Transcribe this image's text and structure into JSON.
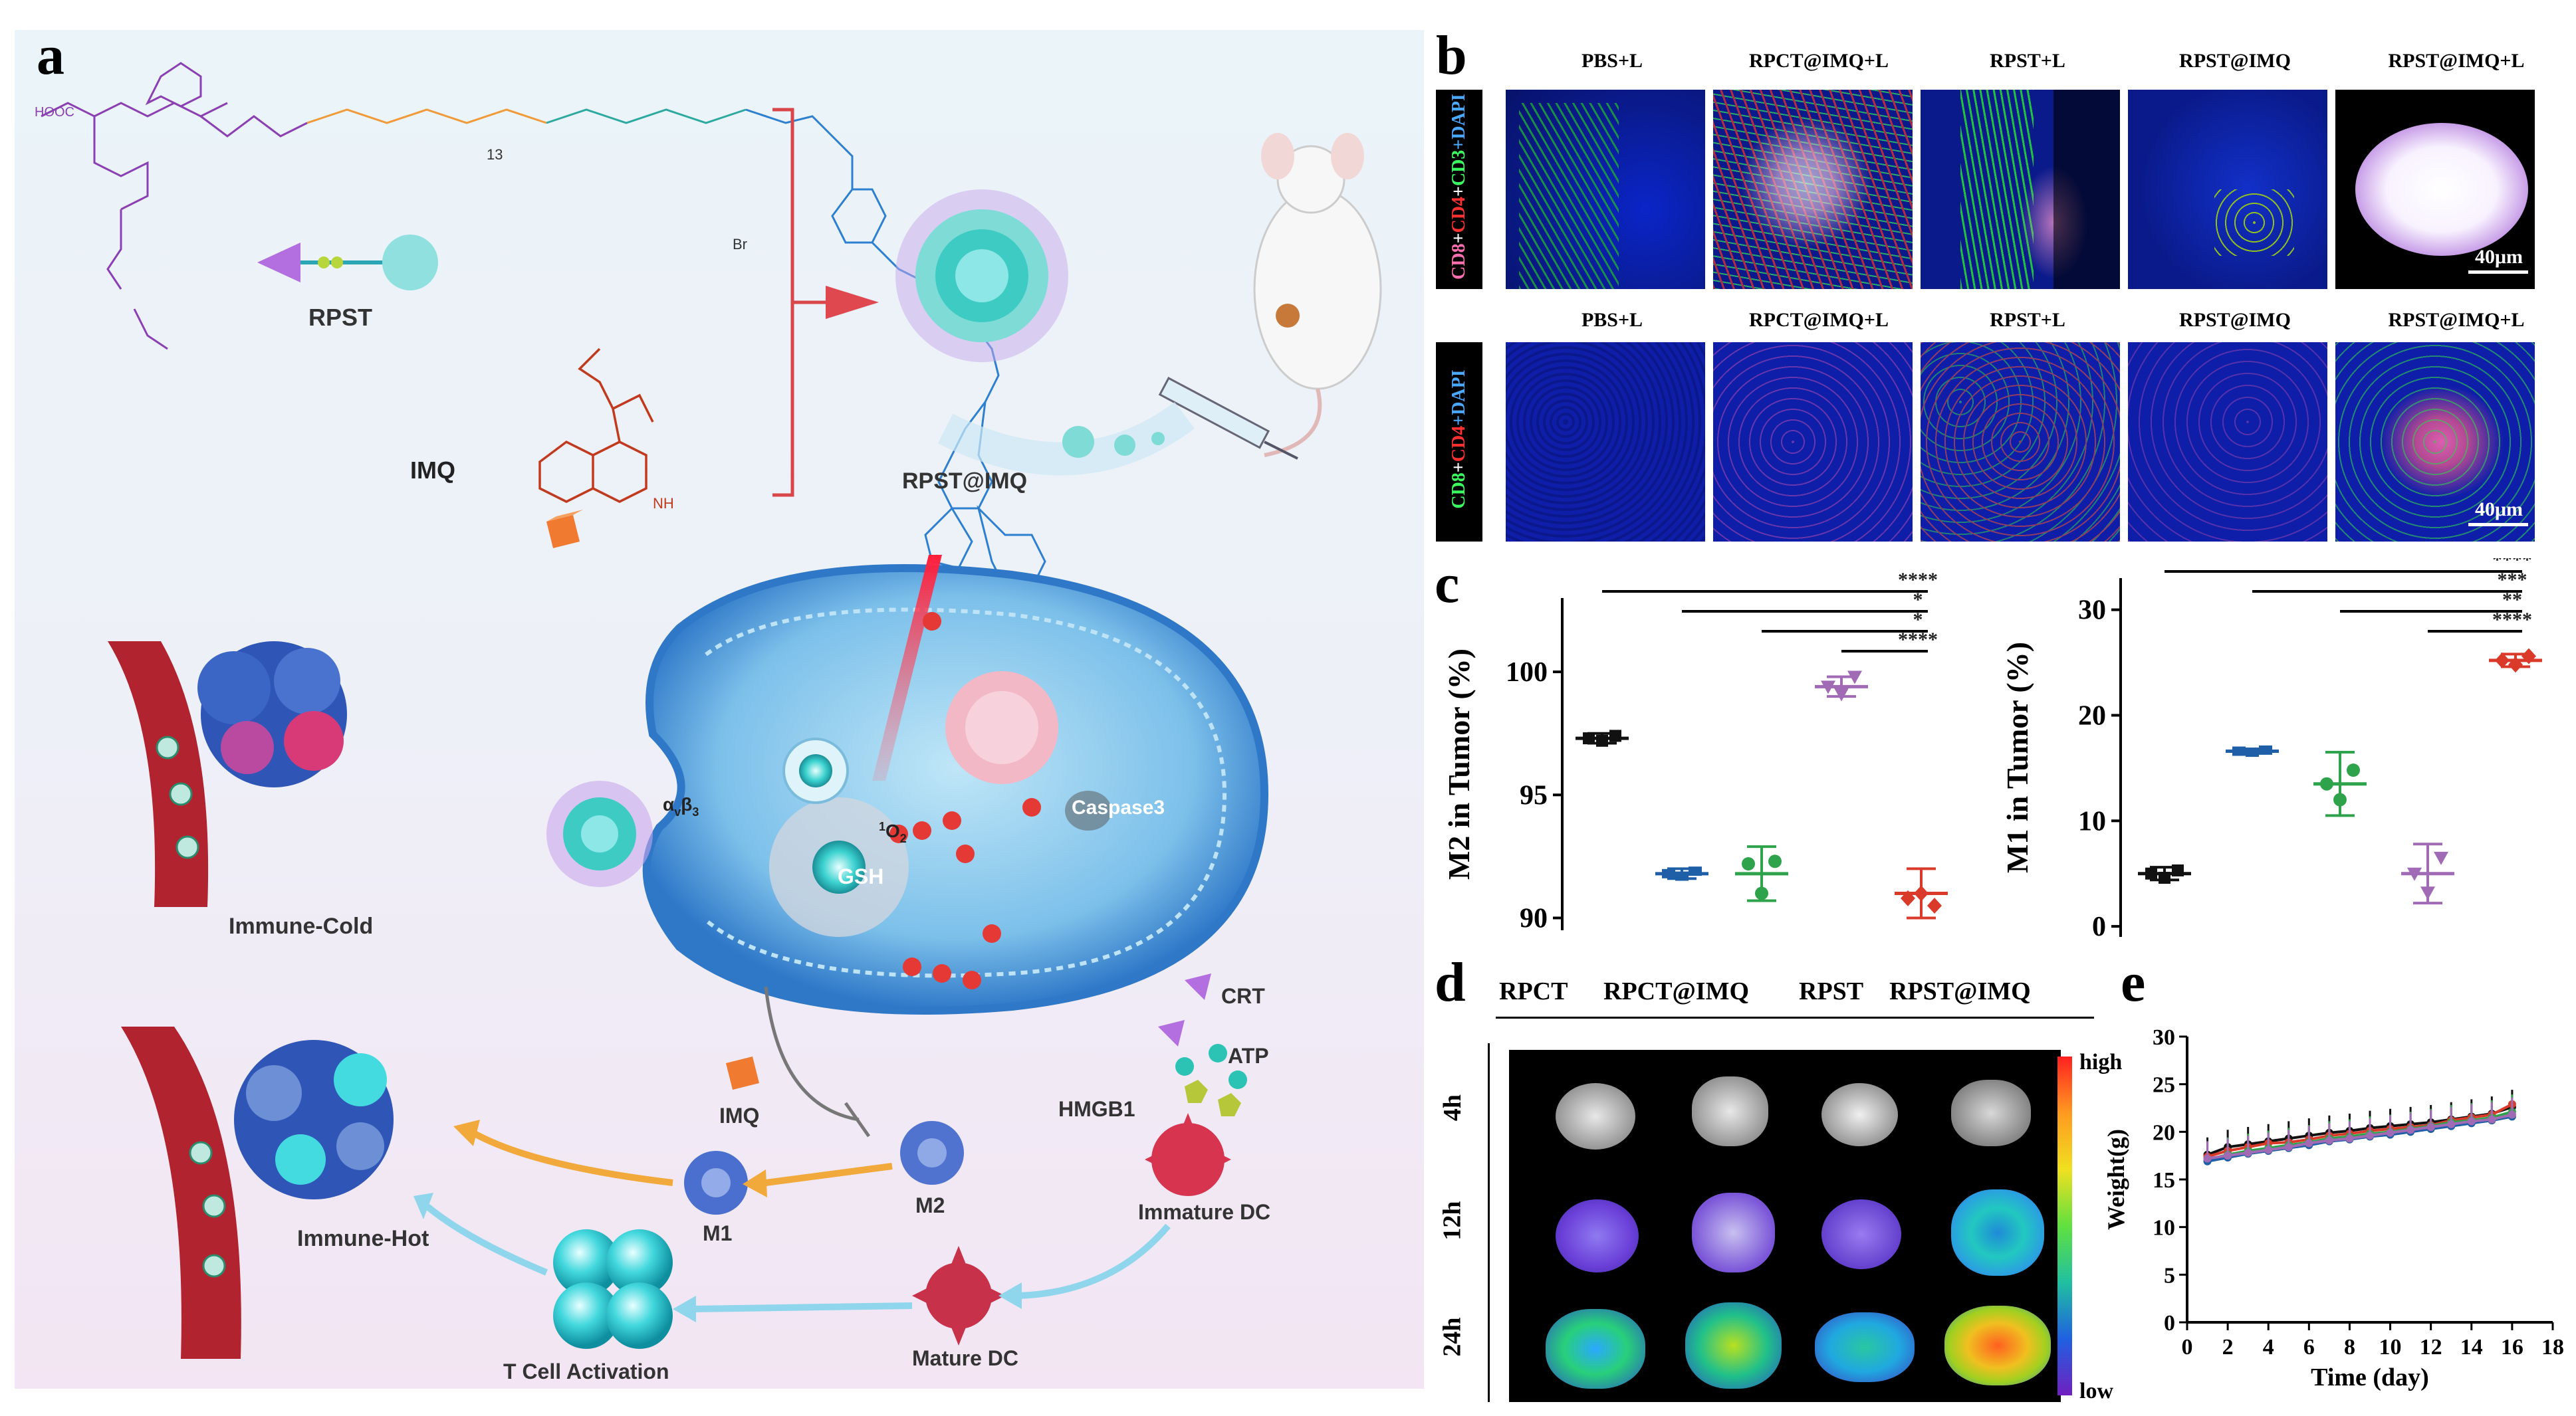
{
  "panels": {
    "a": "a",
    "b": "b",
    "c": "c",
    "d": "d",
    "e": "e"
  },
  "schematic": {
    "rpst": "RPST",
    "imq": "IMQ",
    "imq_nh2": "NH",
    "rpst_imq": "RPST@IMQ",
    "cooh": "HOOC",
    "br": "Br",
    "n13": "13",
    "immune_cold": "Immune-Cold",
    "immune_hot": "Immune-Hot",
    "integrin": "α",
    "integrin_sub": "v",
    "integrin_b": "β",
    "integrin_b_sub": "3",
    "singlet_o2": "O",
    "singlet_sup": "1",
    "singlet_sub": "2",
    "gsh": "GSH",
    "caspase": "Caspase3",
    "crt": "CRT",
    "atp": "ATP",
    "hmgb1": "HMGB1",
    "imq2": "IMQ",
    "m1": "M1",
    "m2": "M2",
    "immature_dc": "Immature DC",
    "mature_dc": "Mature DC",
    "t_cell": "T Cell Activation",
    "colors": {
      "bg_top": "#eaf4f9",
      "bg_bottom": "#f2e6f3",
      "arrow_orange": "#f2a93b",
      "arrow_blue": "#8fd6ec",
      "bracket": "#d9464a"
    }
  },
  "panel_b": {
    "columns": [
      "PBS+L",
      "RPCT@IMQ+L",
      "RPST+L",
      "RPST@IMQ",
      "RPST@IMQ+L"
    ],
    "row1_label": [
      "CD8",
      "+",
      "CD4",
      "+",
      "CD3",
      "+DAPI"
    ],
    "row2_label": [
      "CD8",
      "+",
      "CD4",
      "+DAPI"
    ],
    "scale_bar": "40μm"
  },
  "chart_data": [
    {
      "type": "scatter",
      "ylabel": "M2 in Tumor (%)",
      "ylim": [
        89.5,
        103
      ],
      "yticks": [
        90,
        95,
        100
      ],
      "groups": [
        {
          "color": "#111111",
          "mean": 97.3,
          "sd": 0.2,
          "points": [
            97.3,
            97.2,
            97.4
          ]
        },
        {
          "color": "#1f5fa8",
          "mean": 91.8,
          "sd": 0.2,
          "points": [
            91.8,
            91.7,
            91.9
          ]
        },
        {
          "color": "#2fa34b",
          "mean": 91.8,
          "sd": 1.1,
          "points": [
            92.2,
            91.0,
            92.3
          ]
        },
        {
          "color": "#a06ab5",
          "mean": 99.4,
          "sd": 0.4,
          "points": [
            99.4,
            99.1,
            99.8
          ]
        },
        {
          "color": "#d93a2a",
          "mean": 91.0,
          "sd": 1.0,
          "points": [
            90.8,
            91.0,
            90.5
          ]
        }
      ],
      "significance": [
        "****",
        "*",
        "*",
        "****"
      ]
    },
    {
      "type": "scatter",
      "ylabel": "M1 in Tumor (%)",
      "ylim": [
        -1,
        33
      ],
      "yticks": [
        0,
        10,
        20,
        30
      ],
      "groups": [
        {
          "color": "#111111",
          "mean": 5.0,
          "sd": 0.6,
          "points": [
            5.0,
            4.6,
            5.3
          ]
        },
        {
          "color": "#1f5fa8",
          "mean": 16.6,
          "sd": 0.2,
          "points": [
            16.6,
            16.5,
            16.7
          ]
        },
        {
          "color": "#2fa34b",
          "mean": 13.5,
          "sd": 3.0,
          "points": [
            13.5,
            12.0,
            14.8
          ]
        },
        {
          "color": "#a06ab5",
          "mean": 5.0,
          "sd": 2.8,
          "points": [
            5.0,
            3.2,
            6.5
          ]
        },
        {
          "color": "#d93a2a",
          "mean": 25.2,
          "sd": 0.6,
          "points": [
            25.2,
            24.8,
            25.6
          ]
        }
      ],
      "significance": [
        "****",
        "***",
        "**",
        "****"
      ]
    },
    {
      "type": "line",
      "xlabel": "Time (day)",
      "ylabel": "Weight(g)",
      "xlim": [
        0,
        18
      ],
      "ylim": [
        0,
        30
      ],
      "xticks": [
        0,
        2,
        4,
        6,
        8,
        10,
        12,
        14,
        16,
        18
      ],
      "yticks": [
        0,
        5,
        10,
        15,
        20,
        25,
        30
      ],
      "x": [
        1,
        2,
        3,
        4,
        5,
        6,
        7,
        8,
        9,
        10,
        11,
        12,
        13,
        14,
        15,
        16
      ],
      "series": [
        {
          "color": "#111111",
          "values": [
            17.6,
            18.4,
            18.7,
            19.0,
            19.3,
            19.6,
            19.9,
            20.1,
            20.4,
            20.6,
            20.8,
            21.0,
            21.3,
            21.6,
            21.9,
            22.6
          ]
        },
        {
          "color": "#d93a2a",
          "values": [
            17.4,
            18.0,
            18.4,
            18.8,
            18.9,
            19.2,
            19.6,
            19.8,
            20.1,
            20.3,
            20.5,
            20.7,
            21.2,
            21.5,
            21.8,
            22.9
          ]
        },
        {
          "color": "#2fa34b",
          "values": [
            17.1,
            17.6,
            18.0,
            18.3,
            18.6,
            18.9,
            19.3,
            19.5,
            19.8,
            20.0,
            20.3,
            20.6,
            21.0,
            21.2,
            21.5,
            22.1
          ]
        },
        {
          "color": "#1f5fa8",
          "values": [
            16.9,
            17.3,
            17.7,
            18.0,
            18.3,
            18.6,
            19.0,
            19.2,
            19.5,
            19.7,
            20.0,
            20.3,
            20.6,
            20.9,
            21.2,
            21.6
          ]
        },
        {
          "color": "#a06ab5",
          "values": [
            17.2,
            17.5,
            17.8,
            18.1,
            18.4,
            18.8,
            19.1,
            19.3,
            19.6,
            19.9,
            20.2,
            20.5,
            20.8,
            21.1,
            21.3,
            21.8
          ]
        }
      ]
    }
  ],
  "panel_d": {
    "columns": [
      "RPCT",
      "RPCT@IMQ",
      "RPST",
      "RPST@IMQ"
    ],
    "rows": [
      "4h",
      "12h",
      "24h"
    ],
    "scale_high": "high",
    "scale_low": "low"
  }
}
